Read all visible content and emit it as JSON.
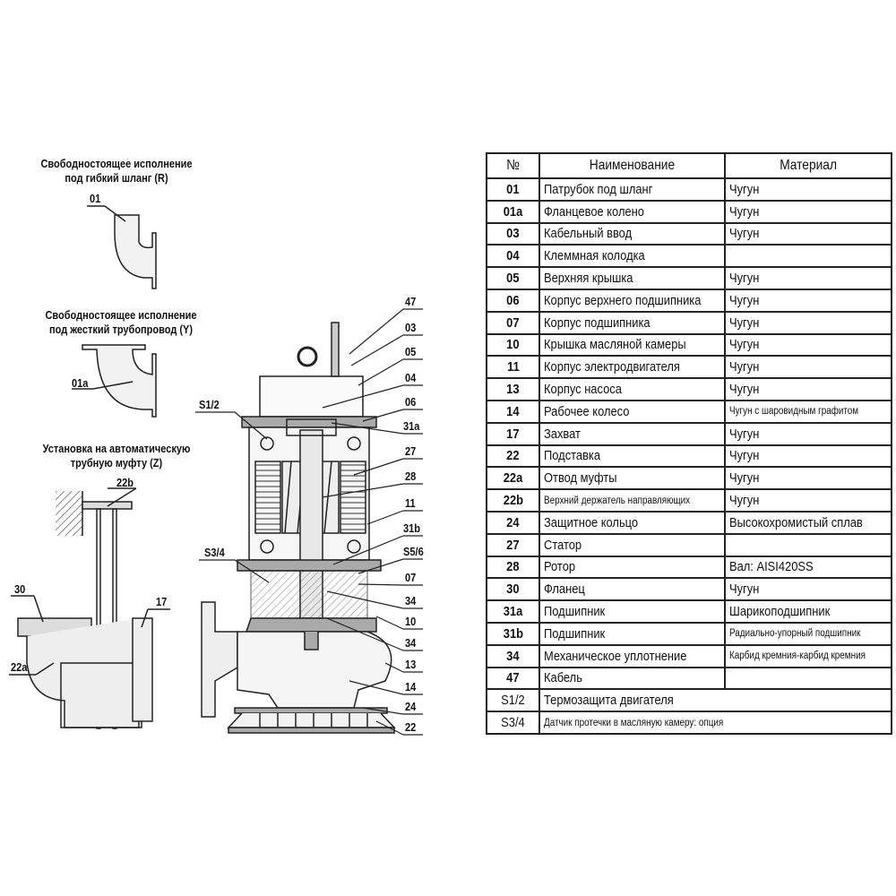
{
  "captions": {
    "hose": [
      "Свободностоящее исполнение",
      "под гибкий шланг (R)"
    ],
    "rigid": [
      "Свободностоящее исполнение",
      "под жесткий трубопровод (Y)"
    ],
    "coupling": [
      "Установка на автоматическую",
      "трубную муфту (Z)"
    ]
  },
  "diagram_labels": {
    "left": [
      "01",
      "01a",
      "22b",
      "30",
      "17",
      "22a",
      "S1/2",
      "S3/4"
    ],
    "right": [
      "47",
      "03",
      "05",
      "04",
      "06",
      "31a",
      "27",
      "28",
      "11",
      "31b",
      "S5/6",
      "07",
      "34",
      "10",
      "34",
      "13",
      "14",
      "24",
      "22"
    ]
  },
  "table": {
    "headers": [
      "№",
      "Наименование",
      "Материал"
    ],
    "rows": [
      {
        "num": "01",
        "name": "Патрубок под шланг",
        "material": "Чугун"
      },
      {
        "num": "01a",
        "name": "Фланцевое колено",
        "material": "Чугун"
      },
      {
        "num": "03",
        "name": "Кабельный ввод",
        "material": "Чугун"
      },
      {
        "num": "04",
        "name": "Клеммная колодка",
        "material": ""
      },
      {
        "num": "05",
        "name": "Верхняя крышка",
        "material": "Чугун"
      },
      {
        "num": "06",
        "name": "Корпус верхнего подшипника",
        "material": "Чугун"
      },
      {
        "num": "07",
        "name": "Корпус подшипника",
        "material": "Чугун"
      },
      {
        "num": "10",
        "name": "Крышка масляной камеры",
        "material": "Чугун"
      },
      {
        "num": "11",
        "name": "Корпус электродвигателя",
        "material": "Чугун"
      },
      {
        "num": "13",
        "name": "Корпус насоса",
        "material": "Чугун"
      },
      {
        "num": "14",
        "name": "Рабочее колесо",
        "material": "Чугун с шаровидным графитом"
      },
      {
        "num": "17",
        "name": "Захват",
        "material": "Чугун"
      },
      {
        "num": "22",
        "name": "Подставка",
        "material": "Чугун"
      },
      {
        "num": "22a",
        "name": "Отвод муфты",
        "material": "Чугун"
      },
      {
        "num": "22b",
        "name": "Верхний держатель направляющих",
        "material": "Чугун"
      },
      {
        "num": "24",
        "name": "Защитное кольцо",
        "material": "Высокохромистый сплав"
      },
      {
        "num": "27",
        "name": "Статор",
        "material": ""
      },
      {
        "num": "28",
        "name": "Ротор",
        "material": "Вал: AISI420SS"
      },
      {
        "num": "30",
        "name": "Фланец",
        "material": "Чугун"
      },
      {
        "num": "31a",
        "name": "Подшипник",
        "material": "Шарикоподшипник"
      },
      {
        "num": "31b",
        "name": "Подшипник",
        "material": "Радиально-упорный подшипник"
      },
      {
        "num": "34",
        "name": "Механическое уплотнение",
        "material": "Карбид кремния-карбид кремния"
      },
      {
        "num": "47",
        "name": "Кабель",
        "material": ""
      }
    ],
    "span_rows": [
      {
        "num": "S1/2",
        "text": "Термозащита двигателя"
      },
      {
        "num": "S3/4",
        "text": "Датчик протечки в масляную камеру: опция"
      }
    ]
  }
}
